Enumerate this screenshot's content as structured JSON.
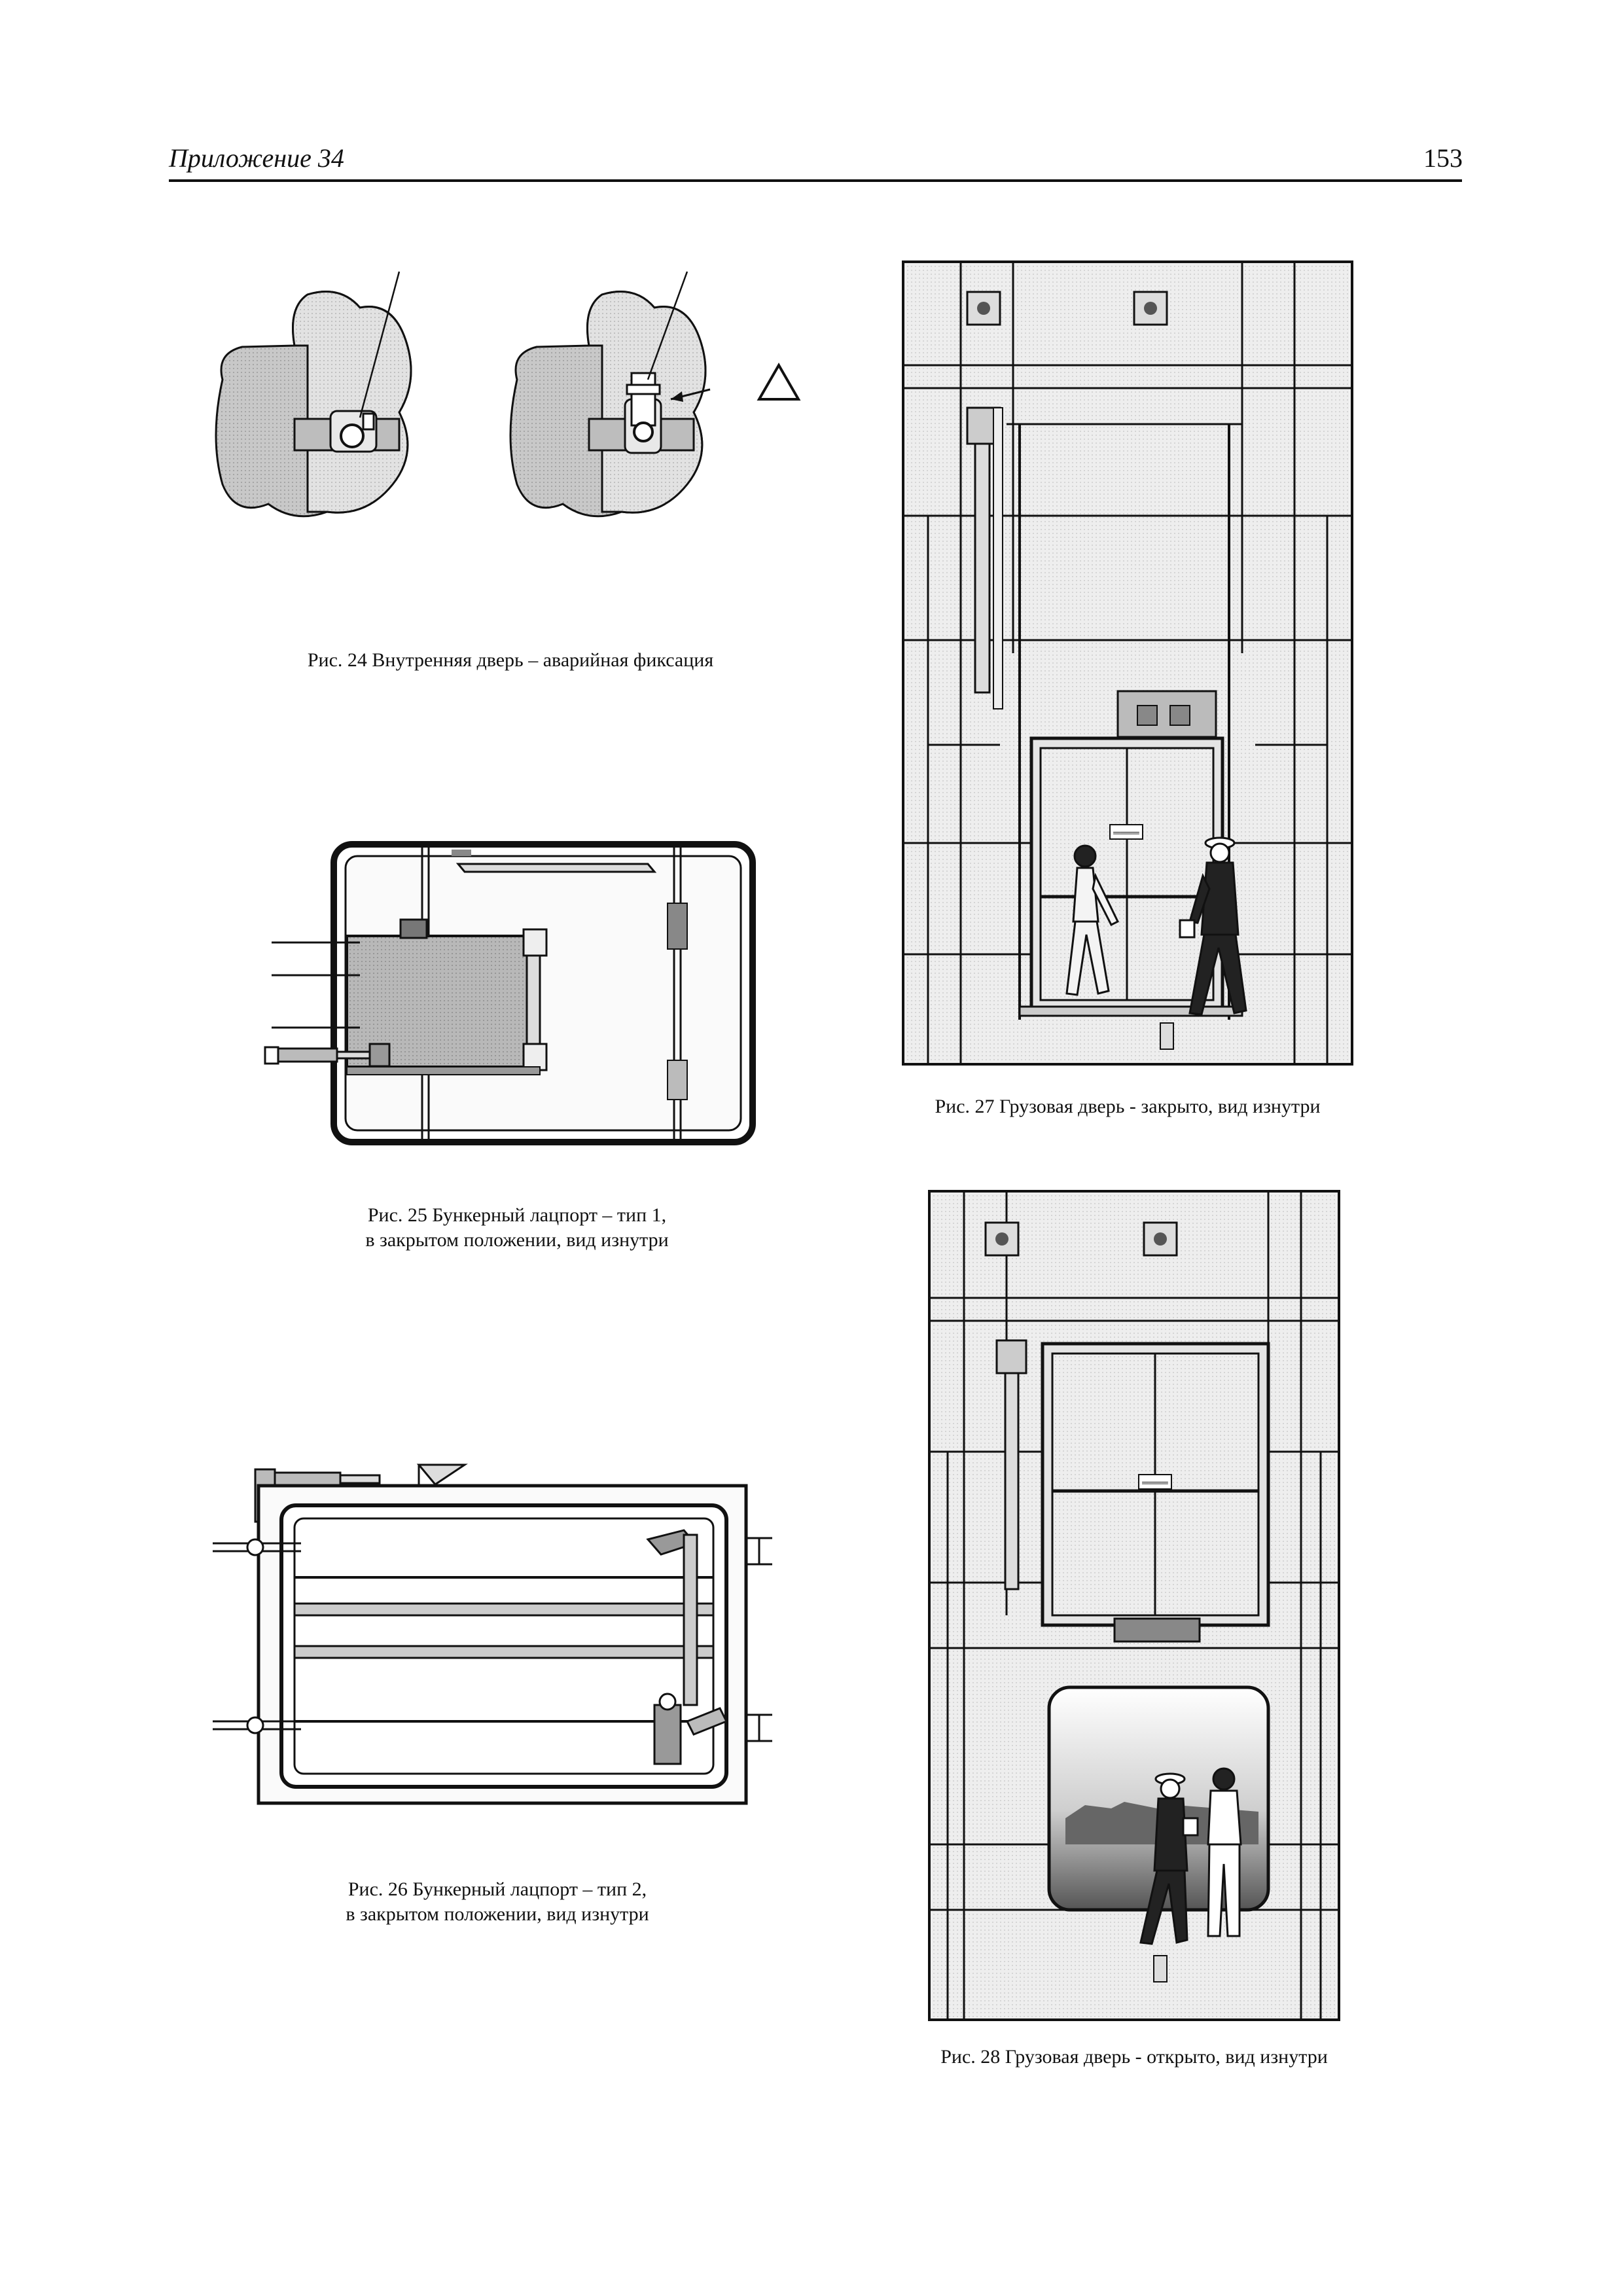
{
  "header": {
    "section": "Приложение 34",
    "page_number": "153"
  },
  "figures": {
    "fig24": {
      "caption": "Рис. 24 Внутренняя дверь – аварийная фиксация"
    },
    "fig25": {
      "caption_line1": "Рис. 25 Бункерный лацпорт – тип 1,",
      "caption_line2": "в закрытом положении, вид изнутри"
    },
    "fig26": {
      "caption_line1": "Рис. 26 Бункерный лацпорт – тип 2,",
      "caption_line2": "в закрытом положении, вид изнутри"
    },
    "fig27": {
      "caption": "Рис. 27 Грузовая дверь - закрыто, вид изнутри",
      "sign_label": "════"
    },
    "fig28": {
      "caption": "Рис. 28 Грузовая дверь - открыто, вид изнутри",
      "sign_label": "════"
    }
  }
}
